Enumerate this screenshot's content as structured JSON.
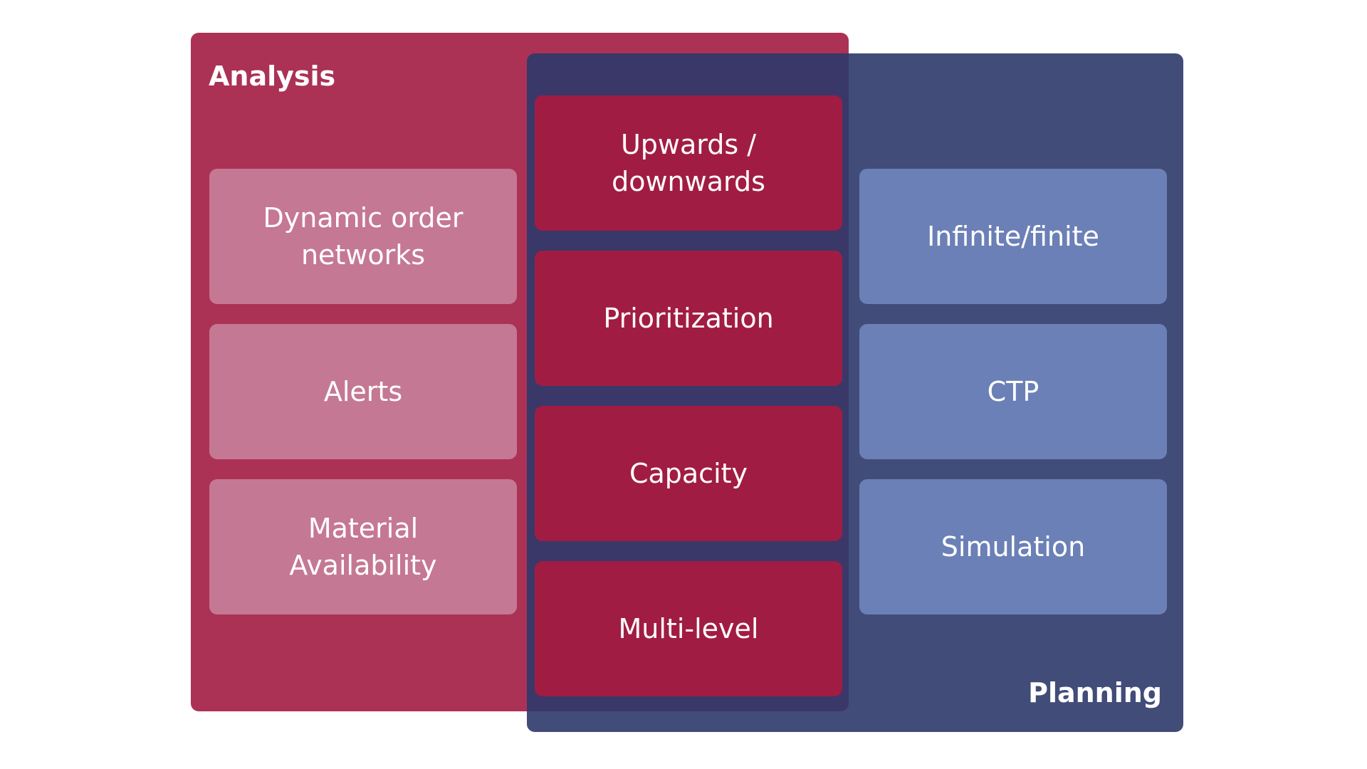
{
  "analysis": {
    "title": "Analysis",
    "items": [
      "Dynamic order networks",
      "Alerts",
      "Material Availability"
    ]
  },
  "planning": {
    "title": "Planning",
    "items": [
      "Infinite/finite",
      "CTP",
      "Simulation"
    ]
  },
  "shared": {
    "items": [
      "Upwards / downwards",
      "Prioritization",
      "Capacity",
      "Multi-level"
    ]
  },
  "colors": {
    "analysis_group": "#ab3255",
    "analysis_box": "#c57893",
    "planning_group": "#2d386a",
    "planning_box": "#6b80b6",
    "shared_box": "#a11c43",
    "text": "#ffffff"
  }
}
